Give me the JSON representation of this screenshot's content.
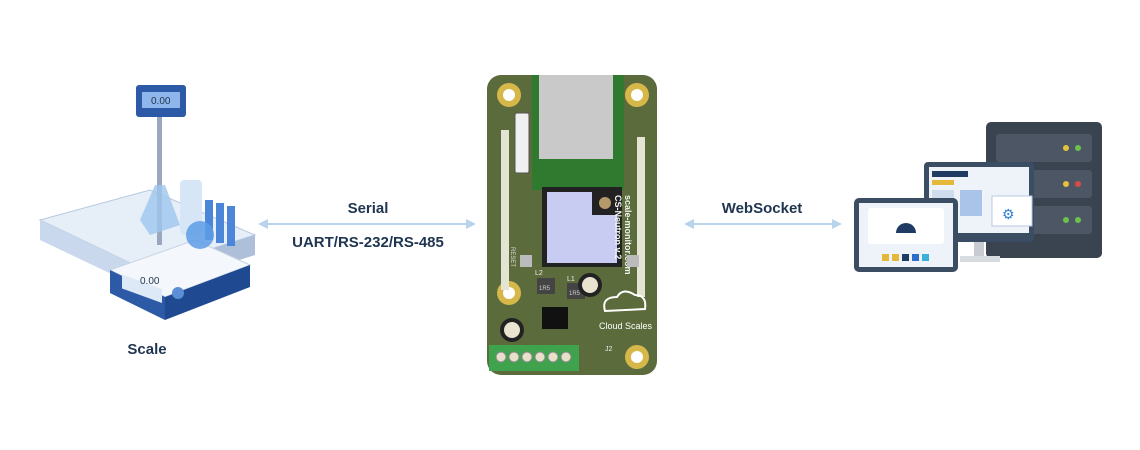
{
  "nodes": {
    "scale": {
      "label": "Scale",
      "display_top": "0.00",
      "display_front": "0.00"
    },
    "board": {
      "url_text": "scale-monitor.com",
      "model_text": "CS-Neutron v.2",
      "brand_text": "Cloud Scales",
      "reset_label": "RESET",
      "connector_label": "J2",
      "inductor_labels": [
        "L1",
        "L2"
      ],
      "inductor_value": "1R5"
    },
    "computers": {}
  },
  "links": {
    "serial": {
      "title": "Serial",
      "subtitle": "UART/RS-232/RS-485"
    },
    "websocket": {
      "title": "WebSocket"
    }
  },
  "colors": {
    "text": "#1f3550",
    "arrow": "#b8d4ec",
    "pcb": "#5b6b3c",
    "terminal": "#3fa34d",
    "module": "#c8ccf2"
  }
}
